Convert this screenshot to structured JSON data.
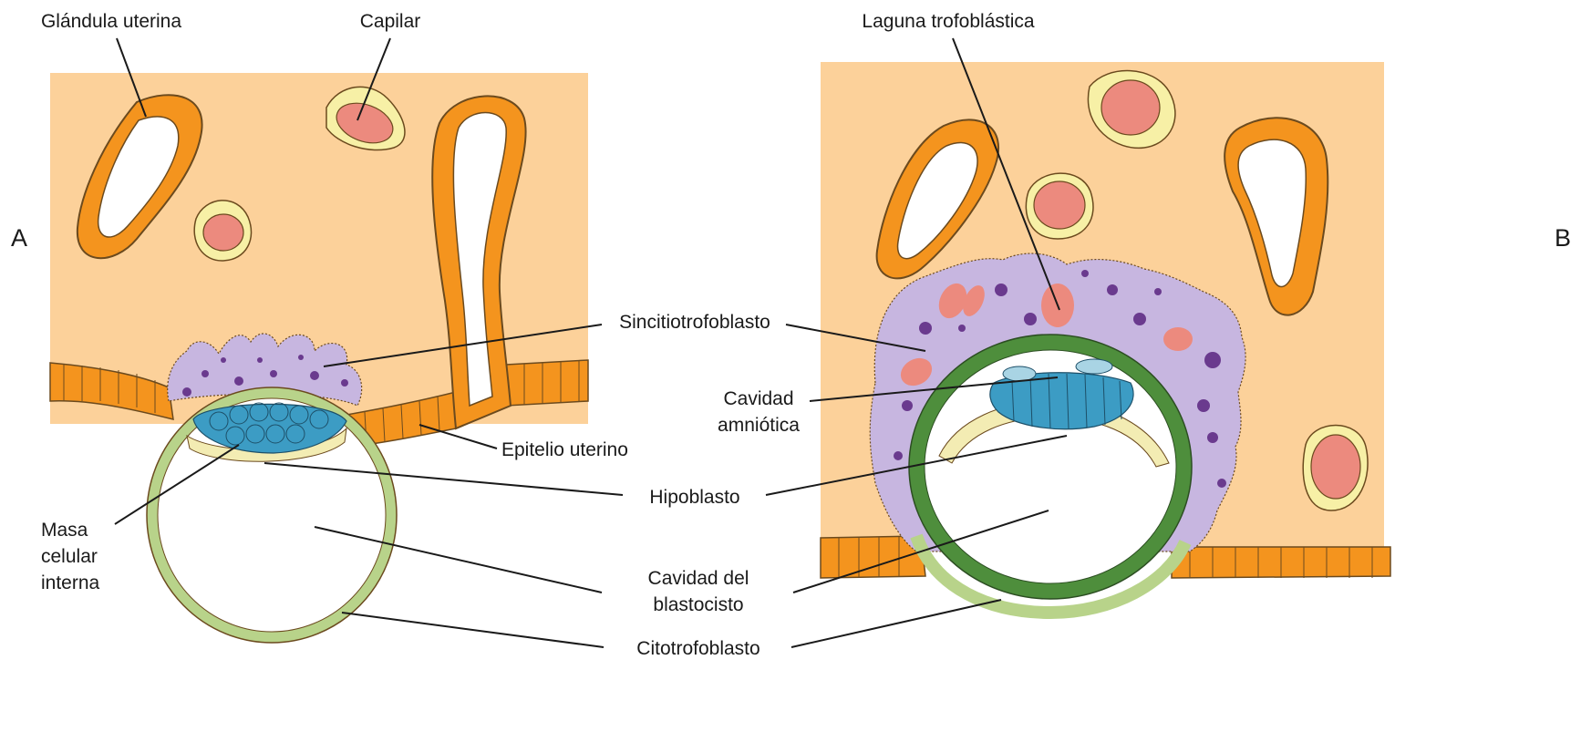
{
  "panels": {
    "a": {
      "letter": "A"
    },
    "b": {
      "letter": "B"
    }
  },
  "labels": {
    "uterine_gland": "Glándula uterina",
    "capillary": "Capilar",
    "trophoblastic_lacuna": "Laguna trofoblástica",
    "syncytiotrophoblast": "Sincitiotrofoblasto",
    "amniotic_cavity_line1": "Cavidad",
    "amniotic_cavity_line2": "amniótica",
    "uterine_epithelium": "Epitelio uterino",
    "hypoblast": "Hipoblasto",
    "inner_cell_mass_line1": "Masa",
    "inner_cell_mass_line2": "celular",
    "inner_cell_mass_line3": "interna",
    "blastocyst_cavity_line1": "Cavidad del",
    "blastocyst_cavity_line2": "blastocisto",
    "cytotrophoblast": "Citotrofoblasto"
  },
  "colors": {
    "stroma": "#fcd19a",
    "gland_epithelium": "#f4941e",
    "capillary_wall": "#f7f0a6",
    "capillary_lumen": "#ec8a7e",
    "syncytiotrophoblast": "#c7b6e0",
    "syncytio_nucleus": "#6a3a8e",
    "inner_cell_mass": "#3c9cc4",
    "hypoblast": "#f3ecb3",
    "cytotrophoblast_a": "#b8d38a",
    "cytotrophoblast_b": "#4e8e3c",
    "outline": "#6b4a1e"
  }
}
